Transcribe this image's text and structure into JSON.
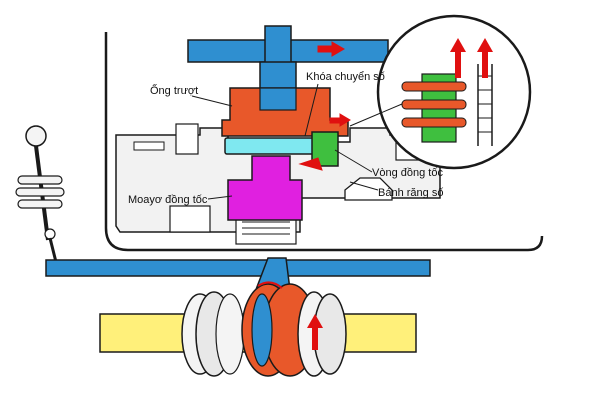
{
  "diagram": {
    "labels": {
      "sleeve": "Ống trượt",
      "shifting_key": "Khóa chuyển số",
      "synchronizer_ring": "Vòng đồng tốc",
      "gear": "Bánh răng số",
      "hub": "Moayơ đồng tốc"
    },
    "colors": {
      "sleeve": "#e8582a",
      "hub": "#e020e0",
      "shifting_key": "#3fbf3f",
      "synchronizer_ring": "#7fe8f0",
      "shaft": "#fff07a",
      "fork_rod": "#2f8fd0",
      "housing": "#f0f0f0",
      "arrow": "#e01010",
      "outline": "#1a1a1a"
    },
    "icons": [
      "gear-lever-icon",
      "push-arrow-icon",
      "detail-zoom-circle"
    ]
  }
}
